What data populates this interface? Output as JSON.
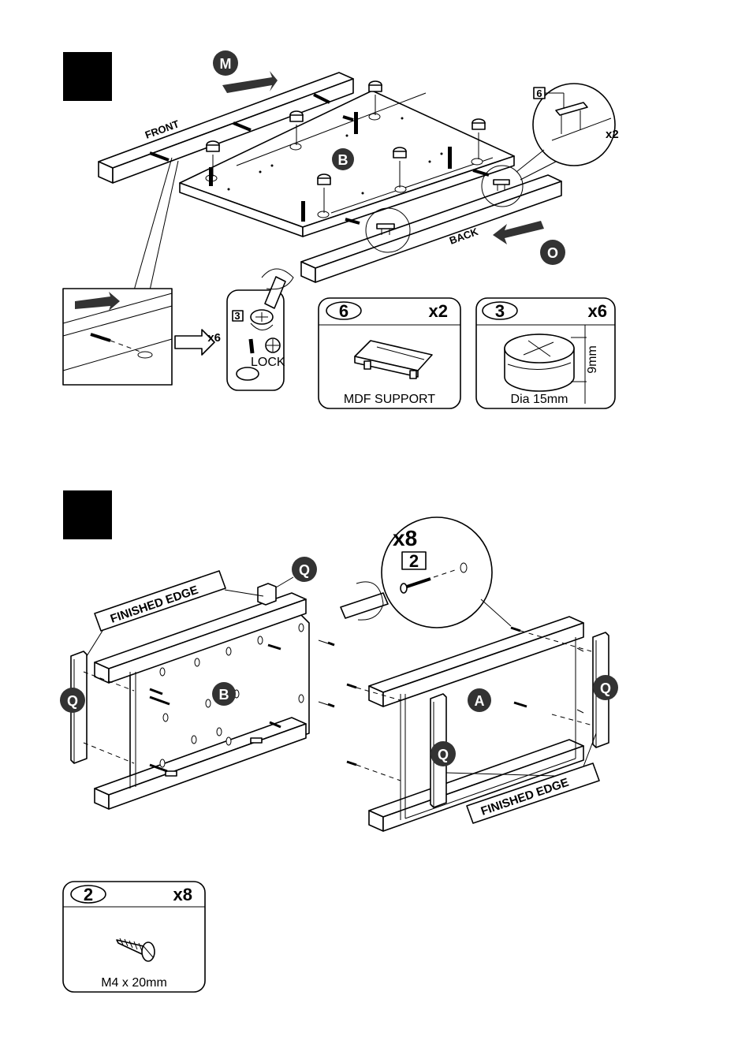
{
  "step1": {
    "callouts": {
      "m": "M",
      "o": "O",
      "b": "B"
    },
    "labels": {
      "front": "FRONT",
      "back": "BACK",
      "lock": "LOCK"
    },
    "support_callout": {
      "part": "6",
      "qty": "x2"
    },
    "cam_callout": {
      "part": "3",
      "qty": "x6"
    },
    "parts_boxes": [
      {
        "part": "6",
        "qty": "x2",
        "caption": "MDF SUPPORT"
      },
      {
        "part": "3",
        "qty": "x6",
        "caption": "Dia 15mm",
        "dimension": "9mm"
      }
    ]
  },
  "step2": {
    "callouts": {
      "q": "Q",
      "a": "A",
      "b": "B"
    },
    "labels": {
      "finished_edge": "FINISHED EDGE"
    },
    "screw_callout": {
      "part": "2",
      "qty": "x8"
    },
    "parts_box": {
      "part": "2",
      "qty": "x8",
      "caption": "M4 x 20mm"
    }
  }
}
